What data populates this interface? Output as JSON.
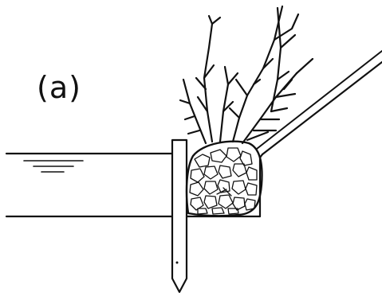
{
  "panel": {
    "label": "(a)"
  },
  "colors": {
    "ink": "#111111",
    "background": "#ffffff"
  },
  "elements": {
    "water_body": "water-body",
    "water_surface_symbol": "water-surface-symbol",
    "channel_bed": "channel-bed",
    "bank_slope": "bank-slope",
    "wooden_stake": "wooden-stake",
    "rock_filled_bundle": "rock-filled-bundle",
    "live_brush_branches": "brush-branches"
  }
}
